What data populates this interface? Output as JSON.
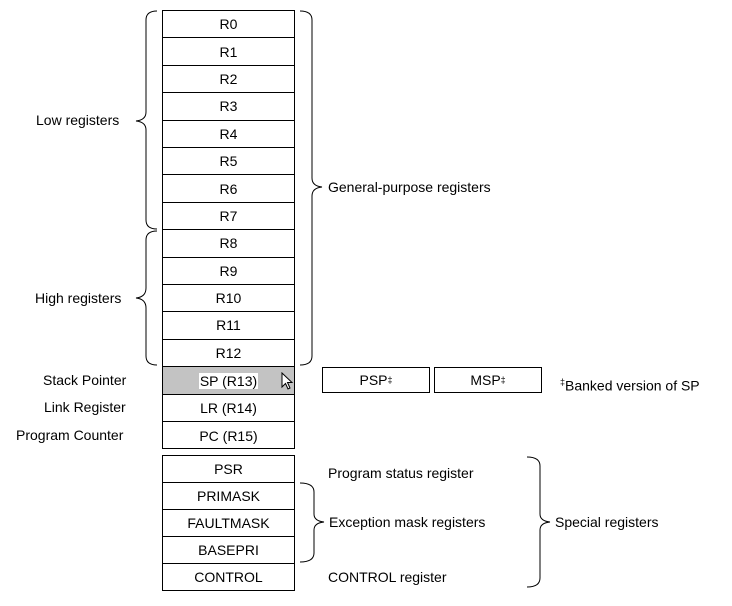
{
  "general_registers": [
    "R0",
    "R1",
    "R2",
    "R3",
    "R4",
    "R5",
    "R6",
    "R7",
    "R8",
    "R9",
    "R10",
    "R11",
    "R12"
  ],
  "named_registers": [
    {
      "label": "Stack Pointer",
      "name": "SP (R13)",
      "highlighted": true
    },
    {
      "label": "Link Register",
      "name": "LR (R14)"
    },
    {
      "label": "Program Counter",
      "name": "PC (R15)"
    }
  ],
  "special_registers": [
    "PSR",
    "PRIMASK",
    "FAULTMASK",
    "BASEPRI",
    "CONTROL"
  ],
  "groups": {
    "low": "Low registers",
    "high": "High registers",
    "general": "General-purpose registers",
    "psr": "Program status register",
    "exception": "Exception mask registers",
    "control": "CONTROL register",
    "special": "Special registers"
  },
  "banked": {
    "psp": "PSP",
    "msp": "MSP",
    "mark": "‡",
    "note": "Banked version of SP"
  },
  "colors": {
    "highlight": "#c3c3c3"
  },
  "cursor": "mouse-pointer-icon"
}
